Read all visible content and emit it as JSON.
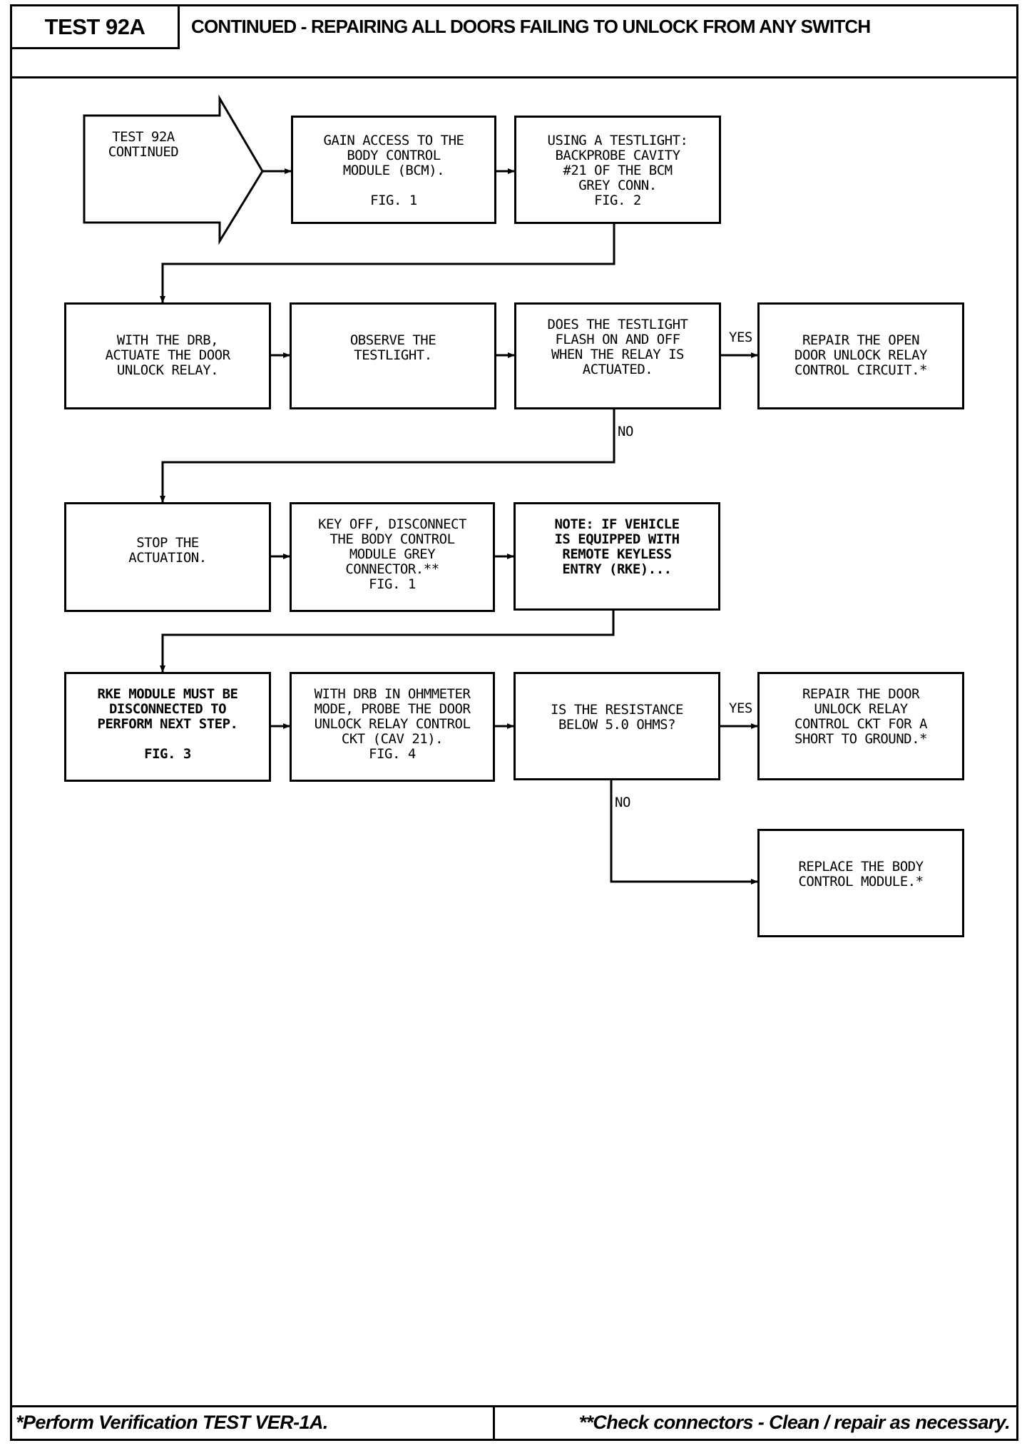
{
  "header": {
    "test_id": "TEST 92A",
    "title": "CONTINUED - REPAIRING ALL DOORS FAILING TO UNLOCK FROM ANY SWITCH"
  },
  "flow": {
    "start": "TEST 92A\nCONTINUED",
    "gain_access": "GAIN ACCESS TO THE\nBODY CONTROL\nMODULE (BCM).\n\nFIG. 1",
    "testlight": "USING A TESTLIGHT:\nBACKPROBE CAVITY\n#21 OF THE BCM\nGREY CONN.\nFIG. 2",
    "actuate": "WITH THE DRB,\nACTUATE THE DOOR\nUNLOCK RELAY.",
    "observe": "OBSERVE THE\nTESTLIGHT.",
    "flash_question": "DOES THE TESTLIGHT\nFLASH ON AND OFF\nWHEN THE RELAY IS\nACTUATED.",
    "repair_open": "REPAIR THE OPEN\nDOOR UNLOCK RELAY\nCONTROL CIRCUIT.*",
    "stop": "STOP THE\nACTUATION.",
    "key_off": "KEY OFF, DISCONNECT\nTHE BODY CONTROL\nMODULE GREY\nCONNECTOR.**\nFIG. 1",
    "note_rke": "NOTE: IF VEHICLE\nIS EQUIPPED WITH\nREMOTE KEYLESS\nENTRY (RKE)...",
    "rke_disconnect": "RKE MODULE MUST BE\nDISCONNECTED TO\nPERFORM NEXT STEP.\n\nFIG. 3",
    "ohmmeter": "WITH DRB IN OHMMETER\nMODE, PROBE THE DOOR\nUNLOCK RELAY CONTROL\nCKT (CAV 21).\nFIG. 4",
    "resistance_question": "IS THE RESISTANCE\nBELOW 5.0 OHMS?",
    "repair_short": "REPAIR THE DOOR\nUNLOCK RELAY\nCONTROL CKT FOR A\nSHORT TO GROUND.*",
    "replace_bcm": "REPLACE THE BODY\nCONTROL MODULE.*",
    "yes_label": "YES",
    "no_label": "NO"
  },
  "footer": {
    "left": "*Perform Verification TEST VER-1A.",
    "right": "**Check connectors - Clean / repair as necessary."
  }
}
